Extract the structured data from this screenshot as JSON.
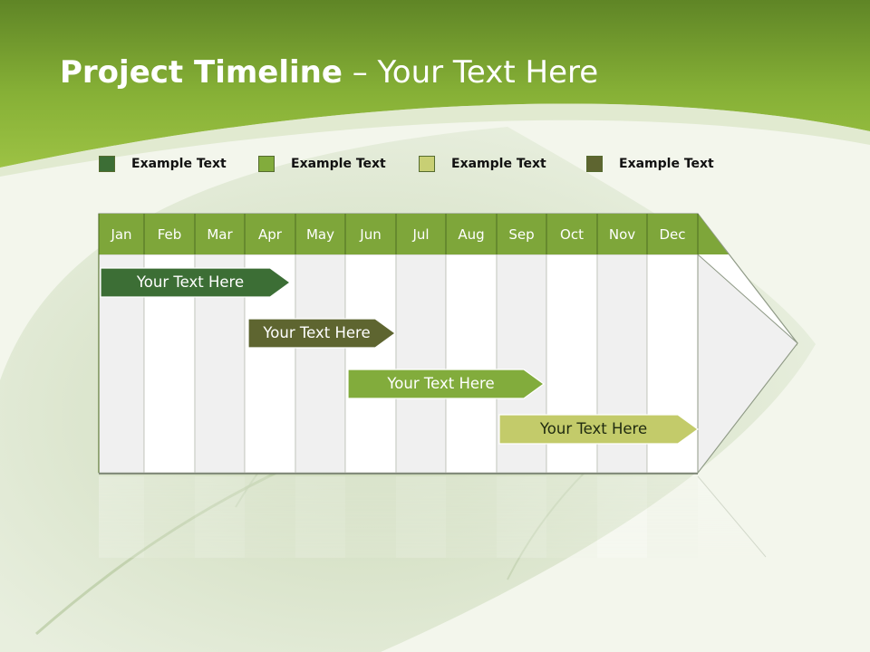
{
  "slide": {
    "title_bold": "Project Timeline",
    "title_rest": " – Your Text Here"
  },
  "colors": {
    "header_green": "#8ab43a",
    "header_dark": "#6a8f2a",
    "month_bar": "#7ea63a",
    "task_1": "#3c6e35",
    "task_2": "#5e6530",
    "task_3": "#82ac3c",
    "task_4": "#c3cb6a"
  },
  "legend": [
    {
      "label": "Example Text",
      "color": "#3c6e35"
    },
    {
      "label": "Example Text",
      "color": "#82ac3c"
    },
    {
      "label": "Example Text",
      "color": "#c8cf74"
    },
    {
      "label": "Example Text",
      "color": "#5e6530"
    }
  ],
  "months": [
    "Jan",
    "Feb",
    "Mar",
    "Apr",
    "May",
    "Jun",
    "Jul",
    "Aug",
    "Sep",
    "Oct",
    "Nov",
    "Dec"
  ],
  "tasks": [
    {
      "label": "Your  Text Here",
      "start": 0.0,
      "end": 3.8,
      "row": 0,
      "color": "#3c6e35"
    },
    {
      "label": "Your  Text Here",
      "start": 3.0,
      "end": 6.0,
      "row": 1,
      "color": "#5e6530"
    },
    {
      "label": "Your  Text Here",
      "start": 5.0,
      "end": 8.9,
      "row": 2,
      "color": "#82ac3c"
    },
    {
      "label": "Your  Text Here",
      "start": 8.0,
      "end": 12.0,
      "row": 3,
      "color": "#c3cb6a"
    }
  ]
}
